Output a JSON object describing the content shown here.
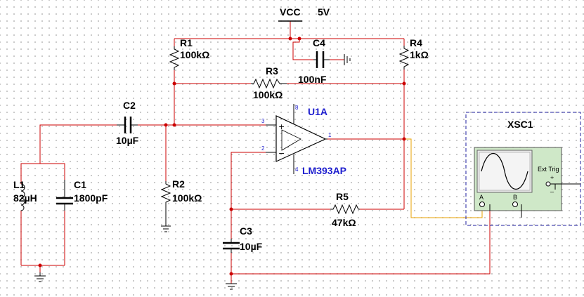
{
  "supply": {
    "name": "VCC",
    "value": "5V"
  },
  "components": {
    "r1": {
      "ref": "R1",
      "value": "100kΩ"
    },
    "r2": {
      "ref": "R2",
      "value": "100kΩ"
    },
    "r3": {
      "ref": "R3",
      "value": "100kΩ"
    },
    "r4": {
      "ref": "R4",
      "value": "1kΩ"
    },
    "r5": {
      "ref": "R5",
      "value": "47kΩ"
    },
    "c1": {
      "ref": "C1",
      "value": "1800pF"
    },
    "c2": {
      "ref": "C2",
      "value": "10µF"
    },
    "c3": {
      "ref": "C3",
      "value": "10µF"
    },
    "c4": {
      "ref": "C4",
      "value": "100nF"
    },
    "l1": {
      "ref": "L1",
      "value": "82µH"
    },
    "u1": {
      "ref": "U1A",
      "part": "LM393AP",
      "pins": {
        "in_plus": "3",
        "in_minus": "2",
        "out": "1",
        "vplus": "8",
        "gnd": "4"
      }
    },
    "xsc1": {
      "ref": "XSC1",
      "channel_a": "A",
      "channel_b": "B",
      "ext_trig": "Ext Trig",
      "plus": "+",
      "minus": "_"
    }
  },
  "colors": {
    "wire": "#cc0000",
    "probe_wire": "#e8a000",
    "component": "#000000",
    "label_blue": "#1f1fcf",
    "scope_face": "#cfe8c8"
  }
}
